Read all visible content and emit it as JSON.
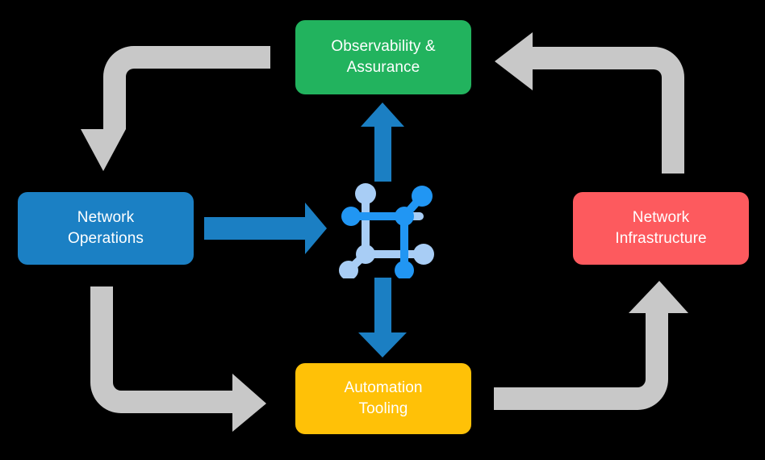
{
  "diagram": {
    "title": "Network automation lifecycle cycle diagram",
    "background_color": "#000000",
    "center": {
      "icon_name": "network-topology-icon",
      "node_color_primary": "#2196f3",
      "node_color_secondary": "#a8cdf5"
    },
    "boxes": [
      {
        "id": "observability",
        "label": "Observability &\nAssurance",
        "color": "#22b35e",
        "text_color": "#ffffff",
        "position": "top"
      },
      {
        "id": "operations",
        "label": "Network\nOperations",
        "color": "#1b80c4",
        "text_color": "#ffffff",
        "position": "left"
      },
      {
        "id": "infrastructure",
        "label": "Network\nInfrastructure",
        "color": "#fd5a5e",
        "text_color": "#ffffff",
        "position": "right"
      },
      {
        "id": "automation",
        "label": "Automation\nTooling",
        "color": "#ffc107",
        "text_color": "#ffffff",
        "position": "bottom"
      }
    ],
    "arrows": {
      "blue_color": "#1b7fc3",
      "gray_color": "#c8c8c8",
      "straight": [
        {
          "id": "operations-to-center",
          "direction": "right"
        },
        {
          "id": "center-to-observability",
          "direction": "up"
        },
        {
          "id": "center-to-automation",
          "direction": "down"
        }
      ],
      "curved": [
        {
          "id": "observability-to-operations",
          "direction": "down-left"
        },
        {
          "id": "infrastructure-to-observability",
          "direction": "up-left"
        },
        {
          "id": "operations-to-automation",
          "direction": "down-right"
        },
        {
          "id": "automation-to-infrastructure",
          "direction": "up-right"
        }
      ]
    }
  }
}
